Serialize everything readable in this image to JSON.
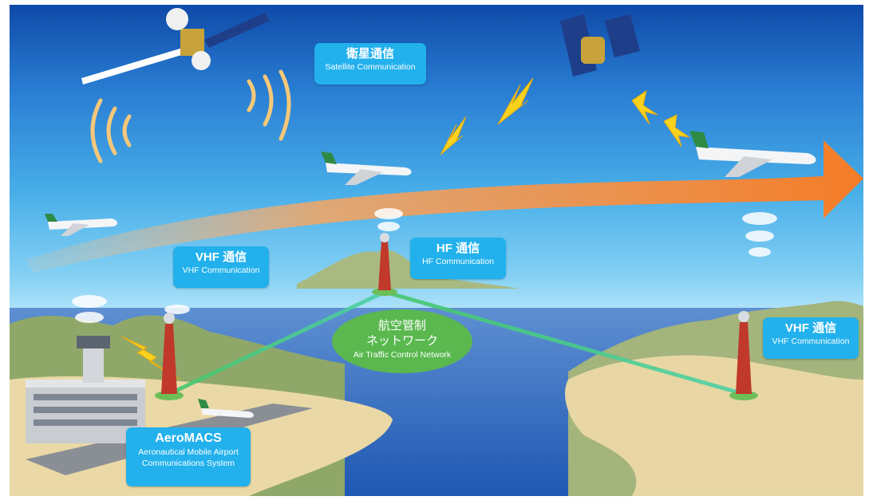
{
  "labels": {
    "satellite": {
      "jp": "衛星通信",
      "en": "Satellite Communication"
    },
    "vhf_left": {
      "jp": "VHF 通信",
      "en": "VHF Communication"
    },
    "hf": {
      "jp": "HF 通信",
      "en": "HF Communication"
    },
    "vhf_right": {
      "jp": "VHF 通信",
      "en": "VHF Communication"
    },
    "atc": {
      "jp_line1": "航空管制",
      "jp_line2": "ネットワーク",
      "en": "Air Traffic Control Network"
    },
    "aeromacs": {
      "title": "AeroMACS",
      "line1": "Aeronautical Mobile Airport",
      "line2": "Communications System"
    }
  },
  "colors": {
    "label_bg": "#22b1ec",
    "atc_bg": "#5ab84f",
    "flight_arrow": "#f58c3a",
    "network_line": "#4fd08a",
    "tower": "#c0392b",
    "signal_arc": "#f6c878",
    "lightning": "#f9d21e"
  }
}
